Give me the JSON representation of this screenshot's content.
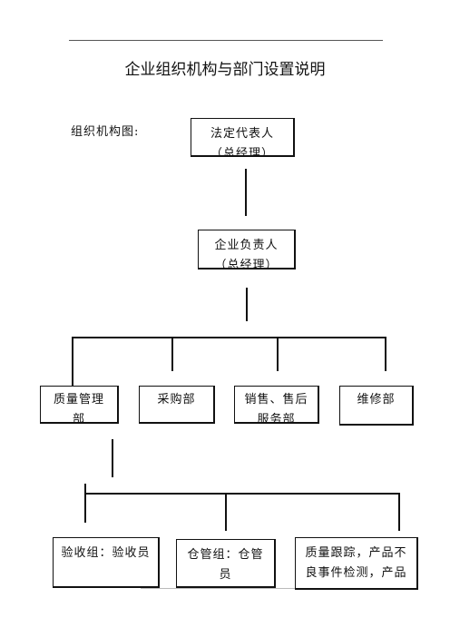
{
  "document": {
    "title": "企业组织机构与部门设置说明",
    "chart_label": "组织机构图:"
  },
  "org_chart": {
    "level1": {
      "line1": "法定代表人",
      "line2": "（总经理）"
    },
    "level2": {
      "line1": "企业负责人",
      "line2": "（总经理）"
    },
    "departments": [
      {
        "line1": "质量管理",
        "line2": "部"
      },
      {
        "line1": "采购部",
        "line2": ""
      },
      {
        "line1": "销售、售后",
        "line2": "服务部"
      },
      {
        "line1": "维修部",
        "line2": ""
      }
    ],
    "sub_units": [
      {
        "line1": "验收组：验收员",
        "line2": ""
      },
      {
        "line1": "仓管组：仓管",
        "line2": "员"
      },
      {
        "line1": "质量跟踪，产品不",
        "line2": "良事件检测，产品"
      }
    ]
  }
}
